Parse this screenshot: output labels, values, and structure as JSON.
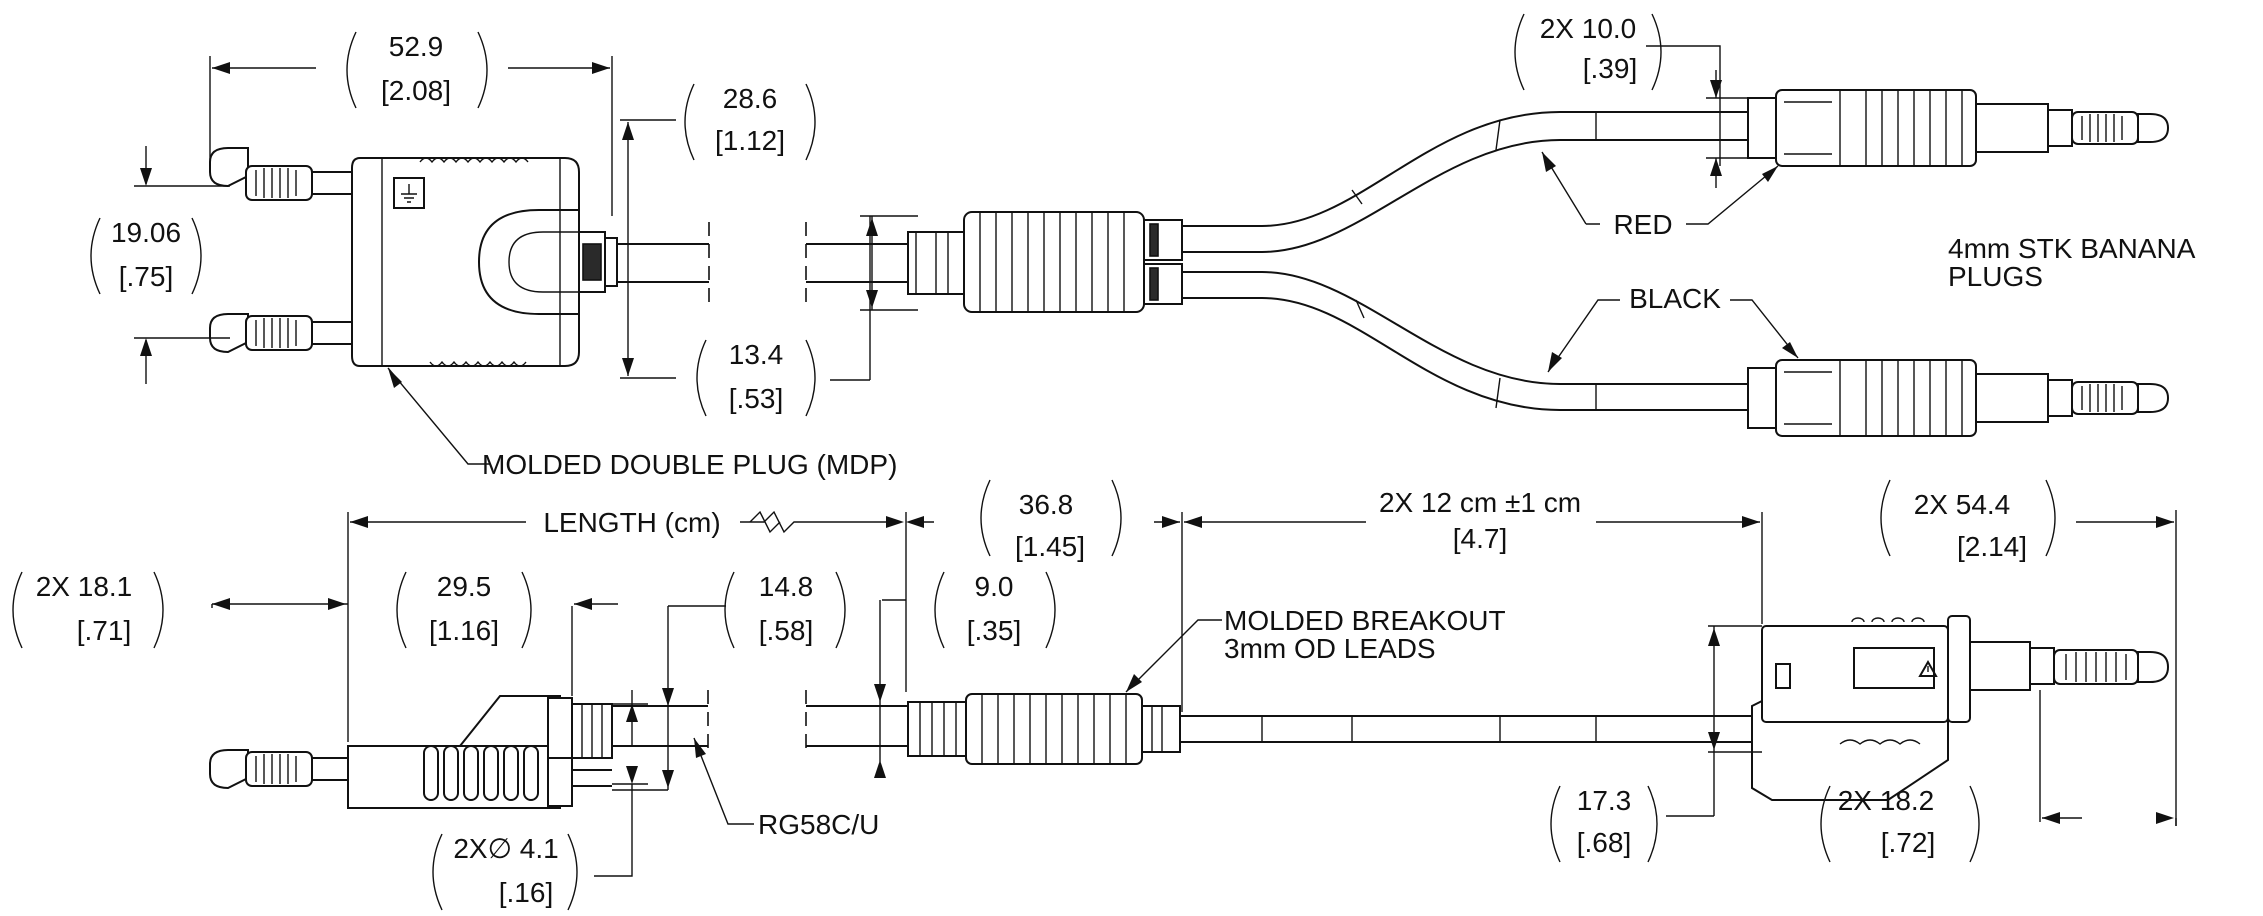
{
  "labels": {
    "callout_mdp": "MOLDED DOUBLE PLUG (MDP)",
    "callout_red": "RED",
    "callout_black": "BLACK",
    "callout_banana_1": "4mm STK BANANA",
    "callout_banana_2": "PLUGS",
    "callout_breakout_1": "MOLDED BREAKOUT",
    "callout_breakout_2": "3mm OD LEADS",
    "callout_rg58": "RG58C/U",
    "length": "LENGTH (cm)"
  },
  "dimensions": {
    "mdp_width": {
      "mm": "52.9",
      "in": "[2.08]"
    },
    "mdp_height": {
      "mm": "28.6",
      "in": "[1.12]"
    },
    "mdp_pitch": {
      "mm": "19.06",
      "in": "[.75]"
    },
    "cable_od": {
      "mm": "13.4",
      "in": "[.53]"
    },
    "plug_od": {
      "mm": "2X  10.0",
      "in": "[.39]"
    },
    "side_plug": {
      "mm": "2X  18.1",
      "in": "[.71]"
    },
    "side_body": {
      "mm": "29.5",
      "in": "[1.16]"
    },
    "side_height": {
      "mm": "14.8",
      "in": "[.58]"
    },
    "side_pin": {
      "mm": "2X∅ 4.1",
      "in": "[.16]"
    },
    "breakout_od": {
      "mm": "9.0",
      "in": "[.35]"
    },
    "breakout_len": {
      "mm": "36.8",
      "in": "[1.45]"
    },
    "lead_len": {
      "mm": "2X 12 cm ±1 cm",
      "in": "[4.7]"
    },
    "banana_len": {
      "mm": "2X  54.4",
      "in": "[2.14]"
    },
    "banana_height": {
      "mm": "17.3",
      "in": "[.68]"
    },
    "banana_tip": {
      "mm": "2X  18.2",
      "in": "[.72]"
    }
  },
  "symbols": {
    "ground": "ground-symbol-icon",
    "warning": "warning-triangle-icon",
    "break": "cable-break-icon"
  }
}
